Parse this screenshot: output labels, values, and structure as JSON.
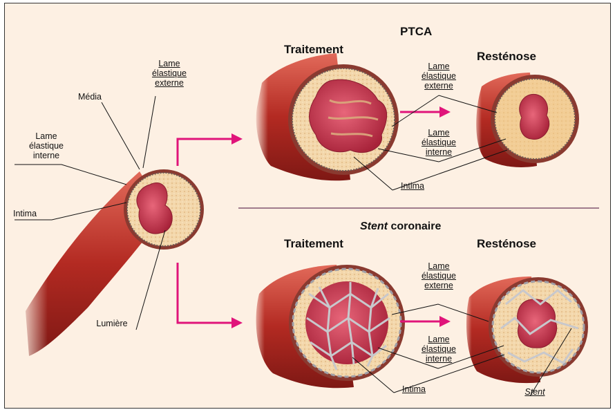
{
  "figure": {
    "titles": {
      "ptca": "PTCA",
      "stent_word": "Stent",
      "stent_rest": " coronaire",
      "traitement": "Traitement",
      "restenose": "Resténose"
    },
    "labels": {
      "media": "Média",
      "lame_externe": "Lame\nélastique\nexterne",
      "lame_interne": "Lame\nélastique\ninterne",
      "intima": "Intima",
      "lumiere": "Lumière",
      "stent": "Stent"
    }
  },
  "colors": {
    "arrow": "#e0147a",
    "vessel_outer": "#b8322a",
    "vessel_wall": "#f2d3a6",
    "lumen": "#c9374e",
    "divider": "#a07c8c",
    "stent": "#c8c8cc"
  }
}
